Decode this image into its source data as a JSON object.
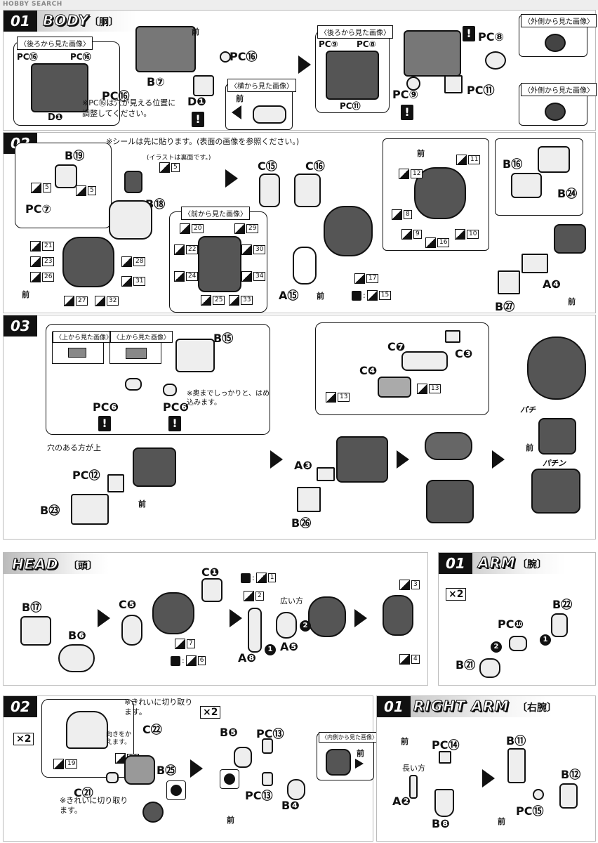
{
  "watermark": "HOBBY SEARCH",
  "body_section": {
    "step": "01",
    "title": "BODY",
    "title_jp": "〔胴〕",
    "back_view_header": "〈後ろから見た画像〉",
    "back_view_header2": "〈後ろから見た画像〉",
    "side_view_header": "〈横から見た画像〉",
    "outside_view_header_1": "〈外側から見た画像〉",
    "outside_view_header_2": "〈外側から見た画像〉",
    "note": "※PC⑯は穴が見える位置に調整してください。",
    "mae": "前",
    "parts": [
      "PC⑯",
      "PC⑯",
      "PC⑯",
      "PC⑯",
      "B⑦",
      "D❶",
      "D❶",
      "PC⑨",
      "PC⑧",
      "PC⑪",
      "PC⑧",
      "PC⑪",
      "PC⑨"
    ]
  },
  "step02": {
    "step": "02",
    "note": "※シールは先に貼ります。(表面の画像を参照ください。)",
    "illust_note": "(イラストは裏面です。)",
    "front_view_header": "〈前から見た画像〉",
    "mae": "前",
    "parts": [
      "B⑲",
      "PC⑦",
      "B⑱",
      "C⑮",
      "C⑯",
      "A⑮",
      "B⑯",
      "B㉔",
      "A❹",
      "B㉗"
    ],
    "stickers": [
      "5",
      "5",
      "5",
      "21",
      "23",
      "26",
      "27",
      "28",
      "31",
      "32",
      "20",
      "29",
      "22",
      "30",
      "24",
      "34",
      "25",
      "33",
      "11",
      "12",
      "8",
      "9",
      "16",
      "10",
      "17",
      "15"
    ]
  },
  "step03": {
    "step": "03",
    "top_view_1": "〈上から見た画像〉",
    "top_view_2": "〈上から見た画像〉",
    "insert_note": "※奥までしっかりと、はめ込みます。",
    "hole_note": "穴のある方が上",
    "pachi1": "パチ",
    "pachi2": "パチン",
    "mae": "前",
    "parts": [
      "B⑮",
      "PC❻",
      "PC❻",
      "PC⑫",
      "B㉓",
      "A❸",
      "B㉖",
      "C❼",
      "C❸",
      "C❹"
    ],
    "stickers": [
      "13",
      "13"
    ]
  },
  "head": {
    "title": "HEAD",
    "title_jp": "〔頭〕",
    "wide_side": "広い方",
    "parts": [
      "B⑰",
      "B❻",
      "C❶",
      "C❺",
      "A❽",
      "A❺"
    ],
    "stickers": [
      "1",
      "2",
      "7",
      "6",
      "3",
      "4"
    ]
  },
  "arm": {
    "step": "01",
    "title": "ARM",
    "title_jp": "〔腕〕",
    "x2": "×2",
    "parts": [
      "B㉒",
      "PC❿",
      "B㉑"
    ]
  },
  "arm02": {
    "step": "02",
    "x2": "×2",
    "x2b": "×2",
    "cut_note_1": "※きれいに切り取ります。",
    "cut_note_2": "※きれいに切り取ります。",
    "turn_note": "向きをかえます。",
    "inside_view": "〈内側から見た画像〉",
    "mae": "前",
    "parts": [
      "C㉒",
      "B㉕",
      "C㉑",
      "B❺",
      "PC⑬",
      "PC⑬",
      "B❹"
    ],
    "stickers": [
      "19",
      "18"
    ]
  },
  "right_arm": {
    "step": "01",
    "title": "RIGHT ARM",
    "title_jp": "〔右腕〕",
    "long_side": "長い方",
    "mae": "前",
    "parts": [
      "PC⑭",
      "A❷",
      "B❽",
      "B⑪",
      "B⑫",
      "PC⑮"
    ]
  }
}
